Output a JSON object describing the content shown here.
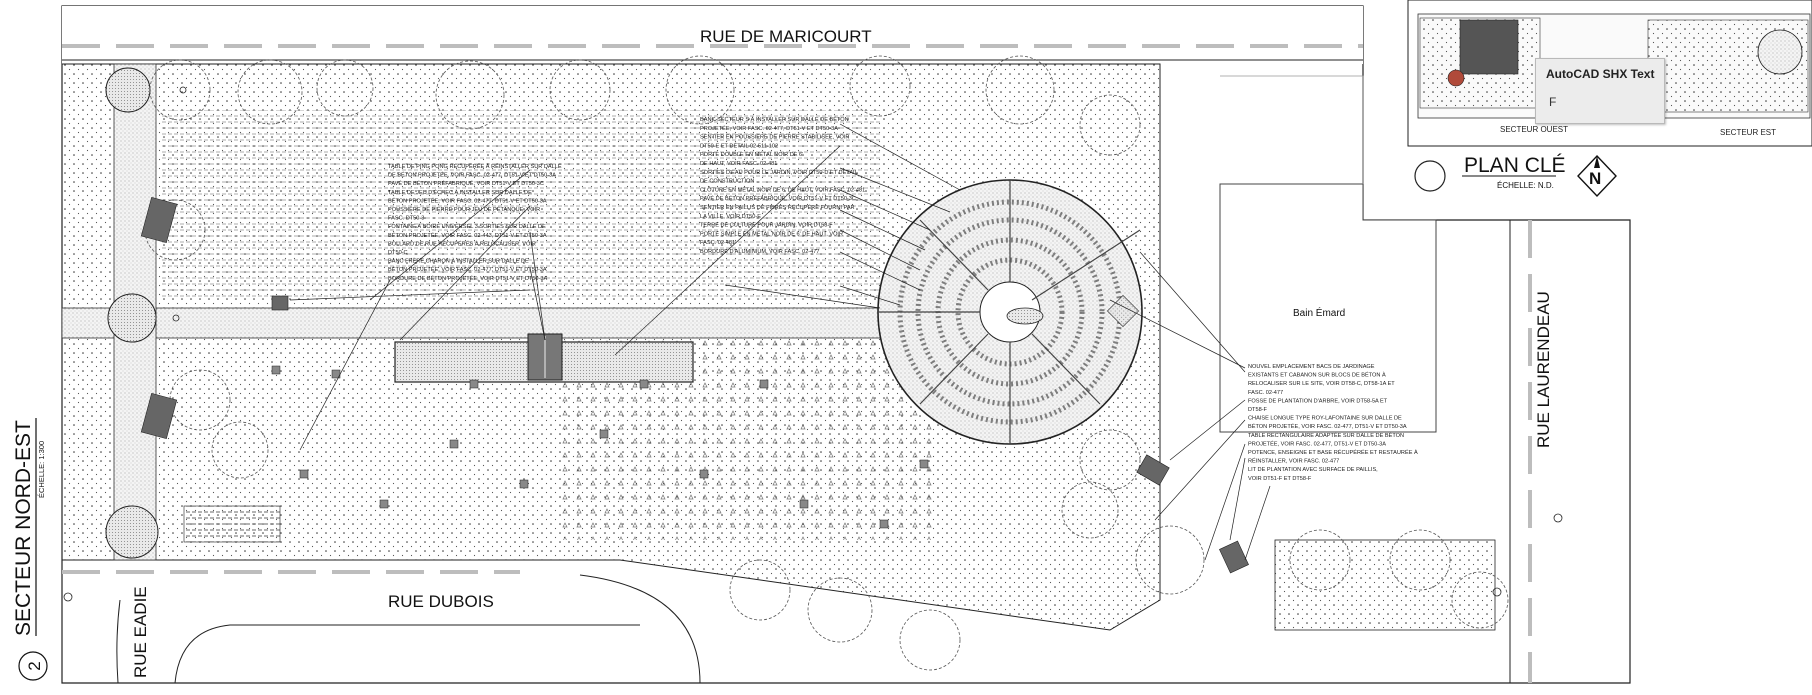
{
  "streets": {
    "north": "RUE DE MARICOURT",
    "south": "RUE DUBOIS",
    "east": "RUE LAURENDEAU",
    "west": "RUE EADIE"
  },
  "building": {
    "label": "Bain Émard"
  },
  "sector": {
    "title": "SECTEUR NORD-EST",
    "scale": "ÉCHELLE: 1:300",
    "number": "2"
  },
  "key_plan": {
    "title": "PLAN CLÉ",
    "scale": "ÉCHELLE: N.D.",
    "north_letter": "N",
    "west_label": "SECTEUR OUEST",
    "east_label": "SECTEUR EST"
  },
  "tooltip": {
    "title": "AutoCAD SHX Text",
    "value": "F"
  },
  "annotations": {
    "left": [
      "TABLE DE PING PONG RÉCUPÉRÉE À RÉINSTALLER SUR DALLE",
      "DE BÉTON PROJETÉE, VOIR FASC. 02-477, DT51-V ET DT50-3A",
      "PAVÉ DE BÉTON PRÉFABRIQUÉ, VOIR DT51-V ET DT50-3C",
      "TABLE DE JEU D'ÉCHEC À INSTALLER SUR DALLE DE",
      "BÉTON PROJETÉE, VOIR FASC. 02-477, DT51-V ET DT50-3A",
      "POUSSIÈRE DE PIERRE POUR JEU DE PÉTANQUE, VOIR",
      "FASC. DT50-3",
      "FONTAINE À BOIRE UNIVERSEL 3 SORTIES SUR DALLE DE",
      "BÉTON PROJETÉE, VOIR FASC. 02-443, DT51-V ET DT50-3A",
      "BOLLARD DE RUE RÉCUPÉRÉS À RELOCALISER, VOIR",
      "DT50-C",
      "BANC FRÈRE CHARON À INSTALLER SUR DALLE DE",
      "BÉTON PROJETÉE, VOIR FASC. 02-477, DT51-V ET DT50-3A",
      "BORDURE DE BÉTON PROJETÉE, VOIR DT51-V ET DT50-3A"
    ],
    "center": [
      "BANC SECTEUR S À INSTALLER SUR DALLE DE BÉTON",
      "PROJETÉE, VOIR FASC. 02-477, DT51-V ET DT50-3A",
      "SENTIER EN POUSSIÈRE DE PIERRE STABILISÉE, VOIR",
      "DT50-E ET DÉTAIL 02-511-102",
      "PORTE DOUBLE EN MÉTAL NOIR DE 6'",
      "DE HAUT, VOIR FASC. 02-481",
      "SORTIES D'EAU POUR LE JARDIN, VOIR DT50-D ET DÉTAIL",
      "DE CONSTRUCTION",
      "CLÔTURE EN MÉTAL NOIR DE 6' DE HAUT, VOIR FASC. 02-481",
      "PAVÉ DE BÉTON PRÉFABRIQUÉ, VOIR DT51-V ET DT50-3C",
      "SENTIER EN PAILLIS DE FIBRES RÉCUPÉRÉ FOURNI PAR",
      "LA VILLE, VOIR DT50-E",
      "TERRE DE CULTURE POUR JARDIN, VOIR DT58-F",
      "PORTE SIMPLE EN MÉTAL NOIR DE 6' DE HAUT, VOIR",
      "FASC. 02-481",
      "BORDURE D'ALUMINIUM, VOIR FASC. 02-477"
    ],
    "right": [
      "NOUVEL EMPLACEMENT BACS DE JARDINAGE",
      "EXISTANTS ET CABANON SUR BLOCS DE BÉTON À",
      "RELOCALISER SUR LE SITE, VOIR DT58-C, DT58-1A ET",
      "FASC. 02-477",
      "FOSSE DE PLANTATION D'ARBRE, VOIR DT58-5A ET",
      "DT58-F",
      "CHAISE LONGUE TYPE ROY-LAFONTAINE SUR DALLE DE",
      "BÉTON PROJETÉE, VOIR FASC. 02-477, DT51-V ET DT50-3A",
      "TABLE RECTANGULAIRE ADAPTÉE SUR DALLE DE BÉTON",
      "PROJETÉE, VOIR FASC. 02-477, DT51-V ET DT50-3A",
      "POTENCE, ENSEIGNE ET BASE RÉCUPÉRÉE ET RESTAURÉE À",
      "RÉINSTALLER, VOIR FASC. 02-477",
      "LIT DE PLANTATION AVEC SURFACE DE PAILLIS,",
      "VOIR DT51-F ET DT58-F"
    ]
  }
}
